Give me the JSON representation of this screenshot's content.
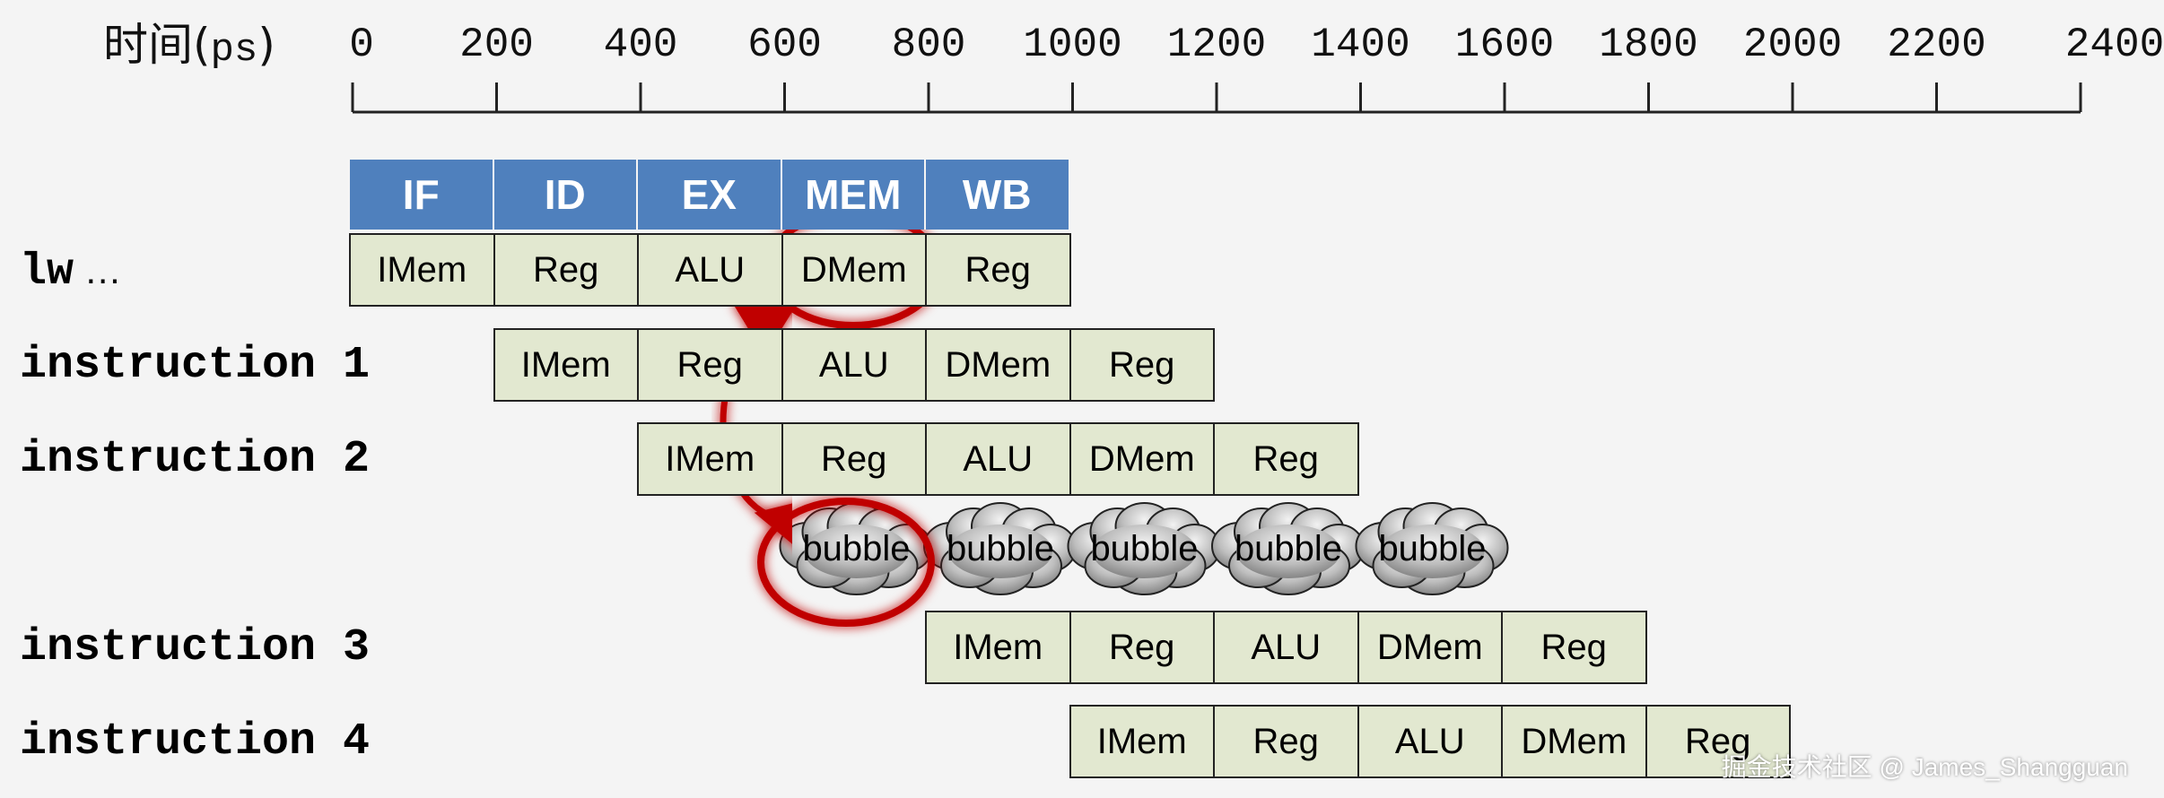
{
  "time_axis": {
    "title_main": "时间(",
    "title_unit": "ps",
    "title_close": ")",
    "ticks": [
      "0",
      "200",
      "400",
      "600",
      "800",
      "1000",
      "1200",
      "1400",
      "1600",
      "1800",
      "2000",
      "2200",
      "2400"
    ]
  },
  "stage_header": [
    "IF",
    "ID",
    "EX",
    "MEM",
    "WB"
  ],
  "rows": [
    {
      "label": "lw",
      "suffix": "…",
      "start": 0,
      "cells": [
        "IMem",
        "Reg",
        "ALU",
        "DMem",
        "Reg"
      ]
    },
    {
      "label": "instruction 1",
      "suffix": "",
      "start": 200,
      "cells": [
        "IMem",
        "Reg",
        "ALU",
        "DMem",
        "Reg"
      ]
    },
    {
      "label": "instruction 2",
      "suffix": "",
      "start": 400,
      "cells": [
        "IMem",
        "Reg",
        "ALU",
        "DMem",
        "Reg"
      ]
    },
    {
      "label": "",
      "suffix": "",
      "start": 600,
      "bubbles": [
        "bubble",
        "bubble",
        "bubble",
        "bubble",
        "bubble"
      ]
    },
    {
      "label": "instruction 3",
      "suffix": "",
      "start": 800,
      "cells": [
        "IMem",
        "Reg",
        "ALU",
        "DMem",
        "Reg"
      ]
    },
    {
      "label": "instruction 4",
      "suffix": "",
      "start": 1000,
      "cells": [
        "IMem",
        "Reg",
        "ALU",
        "DMem",
        "Reg"
      ]
    }
  ],
  "colors": {
    "stage_header": "#4f80bd",
    "cell_fill": "#e2e8d0",
    "highlight": "#c00000"
  },
  "watermark": "掘金技术社区 @ James_Shangguan"
}
